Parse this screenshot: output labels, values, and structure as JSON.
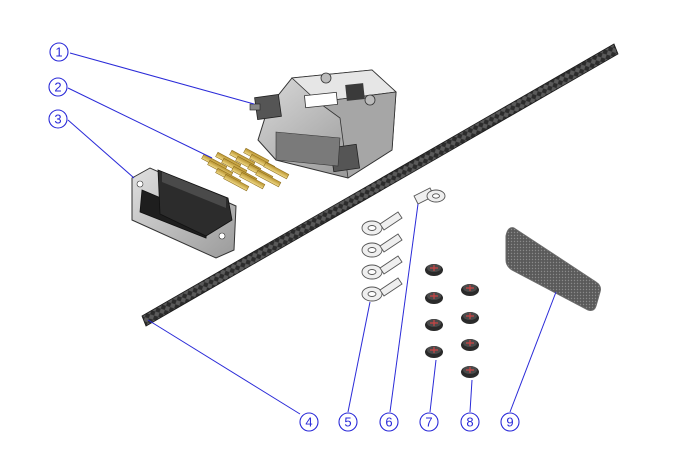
{
  "callouts": [
    {
      "id": "1",
      "label": "1"
    },
    {
      "id": "2",
      "label": "2"
    },
    {
      "id": "3",
      "label": "3"
    },
    {
      "id": "4",
      "label": "4"
    },
    {
      "id": "5",
      "label": "5"
    },
    {
      "id": "6",
      "label": "6"
    },
    {
      "id": "7",
      "label": "7"
    },
    {
      "id": "8",
      "label": "8"
    },
    {
      "id": "9",
      "label": "9"
    }
  ],
  "colors": {
    "callout": "#2a2ad8",
    "metal_dark": "#3b3b3b",
    "metal_light": "#c9c9c9",
    "gold": "#d8b54a",
    "cable": "#2b2b2b"
  }
}
